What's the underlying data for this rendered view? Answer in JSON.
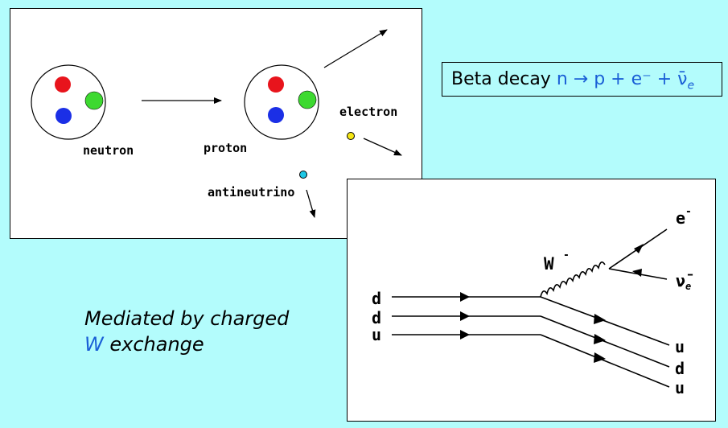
{
  "decay_panel": {
    "neutron_label": "neutron",
    "proton_label": "proton",
    "electron_label": "electron",
    "antineutrino_label": "antineutrino"
  },
  "equation": {
    "prefix": "Beta decay",
    "reaction": "n → p + e⁻ + ν̄",
    "subscript": "e"
  },
  "mediated": {
    "line1": "Mediated by charged",
    "w": "W",
    "line2_rest": " exchange"
  },
  "feynman": {
    "boson_label": "W",
    "boson_charge": "-",
    "electron_label": "e",
    "electron_charge": "-",
    "antineutrino_label": "ν̄",
    "antineutrino_sub": "e",
    "incoming_quarks": [
      "d",
      "d",
      "u"
    ],
    "outgoing_quarks": [
      "u",
      "d",
      "u"
    ]
  },
  "colors": {
    "background": "#b3fcfc",
    "quark_red": "#e8141c",
    "quark_green": "#3dd930",
    "quark_blue": "#1b2fe6",
    "electron": "#f5e614",
    "antineutrino": "#1ec8e6",
    "accent_blue": "#1a5fd6"
  }
}
